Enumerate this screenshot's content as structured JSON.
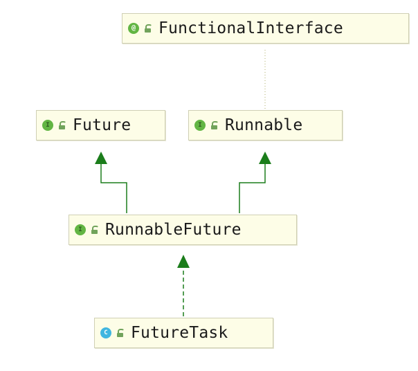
{
  "nodes": {
    "functional_interface": {
      "name": "FunctionalInterface",
      "kind": "annotation",
      "badge": "@"
    },
    "future": {
      "name": "Future",
      "kind": "interface",
      "badge": "I"
    },
    "runnable": {
      "name": "Runnable",
      "kind": "interface",
      "badge": "I"
    },
    "runnable_future": {
      "name": "RunnableFuture",
      "kind": "interface",
      "badge": "I"
    },
    "future_task": {
      "name": "FutureTask",
      "kind": "class",
      "badge": "C"
    }
  },
  "colors": {
    "node_fill": "#fdfde7",
    "node_border": "#cfcfb4",
    "edge_green": "#1b7d1b",
    "annotation_link": "#c8c89a",
    "interface_badge": "#62b543",
    "class_badge": "#40b6e0"
  },
  "edges": [
    {
      "from": "runnable_future",
      "to": "future",
      "type": "extends"
    },
    {
      "from": "runnable_future",
      "to": "runnable",
      "type": "extends"
    },
    {
      "from": "future_task",
      "to": "runnable_future",
      "type": "implements"
    },
    {
      "from": "runnable",
      "to": "functional_interface",
      "type": "annotated-with"
    }
  ]
}
